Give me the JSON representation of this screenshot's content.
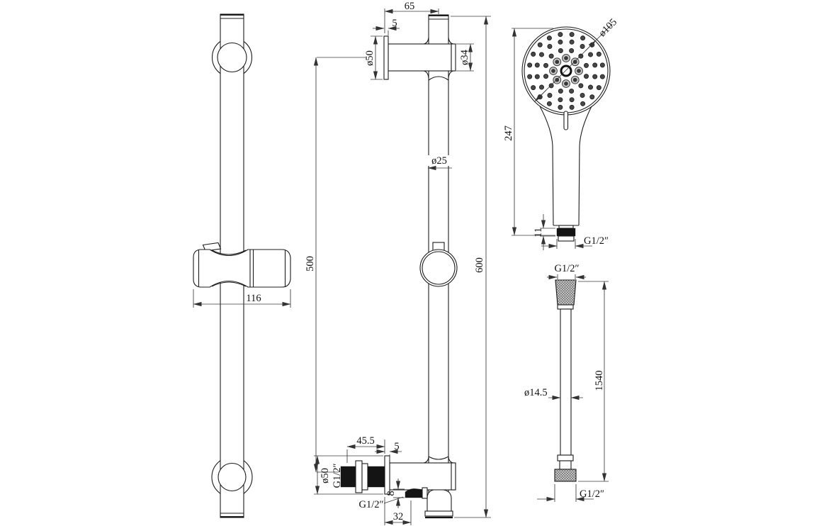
{
  "drawing": {
    "rail_side_view": {
      "slider_width": "116"
    },
    "rail_front_view": {
      "wall_offset": "65",
      "plate_thickness": "5",
      "plate_diameter": "ø50",
      "arm_diameter": "ø34",
      "tube_diameter": "ø25",
      "bracket_spacing": "500",
      "overall_length": "600",
      "outlet_depth": "45.5",
      "outlet_plate_thickness": "5",
      "outlet_plate_diameter": "ø50",
      "inlet_thread": "G1/2″",
      "outlet_stub_length": "8",
      "outlet_thread": "G1/2″",
      "outlet_span": "32"
    },
    "handset_view": {
      "head_diameter": "ø105",
      "overall_length": "247",
      "thread_exposure": "11",
      "thread_size": "G1/2″"
    },
    "hose_view": {
      "top_thread": "G1/2″",
      "outer_diameter": "ø14.5",
      "length": "1540",
      "bottom_thread": "G1/2″"
    }
  }
}
